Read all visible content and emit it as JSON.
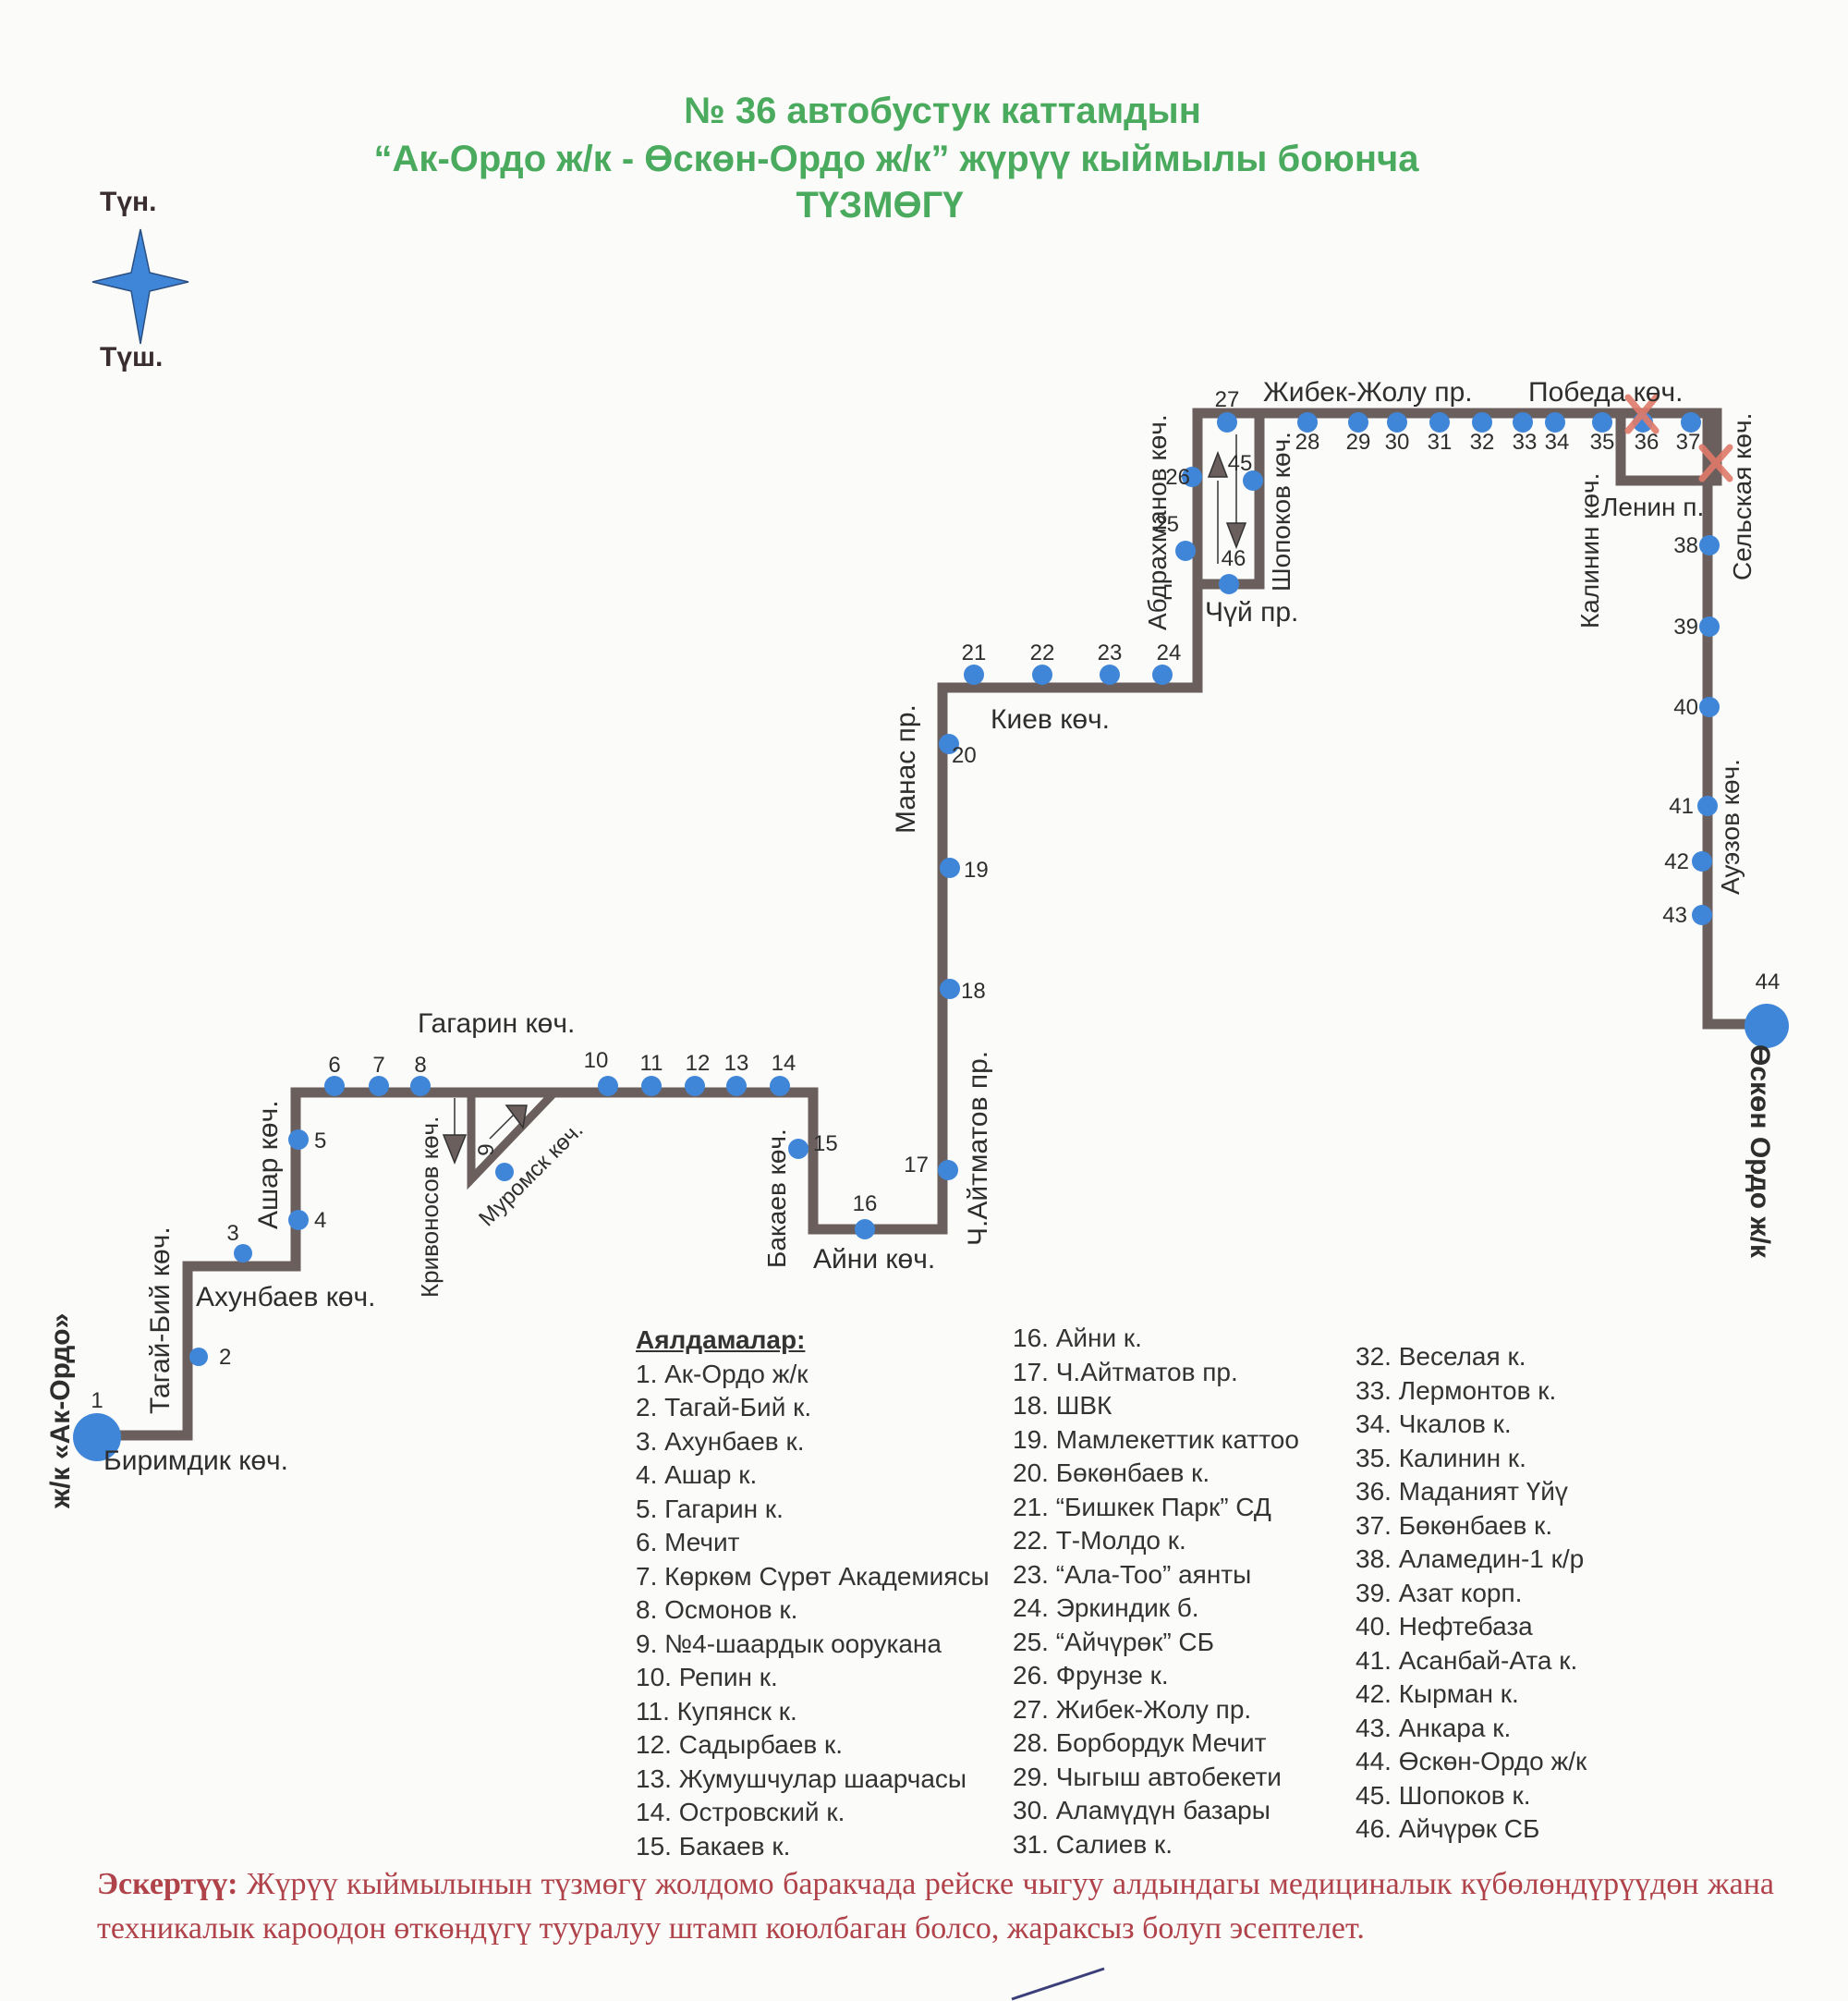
{
  "header": {
    "line1": "№ 36 автобустук каттамдын",
    "line2": "“Ак-Ордо ж/к  -  Өскөн-Ордо ж/к” жүрүү кыймылы боюнча",
    "line3": "ТҮЗМӨГҮ"
  },
  "compass": {
    "north": "Түн.",
    "south": "Түш.",
    "color": "#3f86d9"
  },
  "colors": {
    "route": "#6b5f5d",
    "stop": "#3f86d9",
    "closed_marker": "#e07a6a",
    "title": "#4aaa5e",
    "note": "#b0424a"
  },
  "terminals": {
    "start": "ж/к «Ак-Ордо»",
    "end": "Өскөн Ордо ж/к"
  },
  "streets": {
    "birimdik": "Биримдик көч.",
    "tagai_bii": "Тагай-Бий көч.",
    "akhunbaev": "Ахунбаев көч.",
    "ashar": "Ашар көч.",
    "gagarin": "Гагарин көч.",
    "krivonosov": "Кривоносов көч.",
    "muromsk": "Муромск көч.",
    "bakaev": "Бакаев көч.",
    "aini": "Айни көч.",
    "aitmatov": "Ч.Айтматов пр.",
    "manas": "Манас пр.",
    "kiev": "Киев көч.",
    "abdrakhmanov": "Абдрахманов көч.",
    "chui": "Чүй пр.",
    "shopokov": "Шопоков көч.",
    "zhibek_zholu": "Жибек-Жолу пр.",
    "pobeda": "Победа көч.",
    "kalinin": "Калинин көч.",
    "lenin": "Ленин п.",
    "selskaya": "Сельская көч.",
    "auezov": "Ауэзов көч."
  },
  "legend": {
    "heading": "Аялдамалар:",
    "stops": [
      "1. Ак-Ордо ж/к",
      "2. Тагай-Бий к.",
      "3. Ахунбаев к.",
      "4. Ашар к.",
      "5. Гагарин к.",
      "6. Мечит",
      "7. Көркөм Сүрөт Академиясы",
      "8. Осмонов к.",
      "9. №4-шаардык оорукана",
      "10. Репин к.",
      "11. Купянск к.",
      "12. Садырбаев к.",
      "13. Жумушчулар шаарчасы",
      "14. Островский к.",
      "15. Бакаев к.",
      "16. Айни к.",
      "17. Ч.Айтматов пр.",
      "18. ШВК",
      "19. Мамлекеттик каттоо",
      "20. Бөкөнбаев к.",
      "21. “Бишкек Парк” СД",
      "22. Т-Молдо к.",
      "23. “Ала-Тоо” аянты",
      "24. Эркиндик б.",
      "25. “Айчүрөк” СБ",
      "26. Фрунзе к.",
      "27. Жибек-Жолу пр.",
      "28. Борбордук Мечит",
      "29. Чыгыш автобекети",
      "30. Аламүдүн базары",
      "31. Салиев к.",
      "32. Веселая к.",
      "33. Лермонтов к.",
      "34. Чкалов к.",
      "35. Калинин к.",
      "36. Маданият Үйү",
      "37. Бөкөнбаев к.",
      "38. Аламедин-1 к/р",
      "39. Азат корп.",
      "40. Нефтебаза",
      "41. Асанбай-Ата к.",
      "42. Кырман к.",
      "43. Анкара к.",
      "44. Өскөн-Ордо ж/к",
      "45. Шопоков к.",
      "46. Айчүрөк СБ"
    ]
  },
  "stop_numbers": [
    "1",
    "2",
    "3",
    "4",
    "5",
    "6",
    "7",
    "8",
    "9",
    "10",
    "11",
    "12",
    "13",
    "14",
    "15",
    "16",
    "17",
    "18",
    "19",
    "20",
    "21",
    "22",
    "23",
    "24",
    "25",
    "26",
    "27",
    "28",
    "29",
    "30",
    "31",
    "32",
    "33",
    "34",
    "35",
    "36",
    "37",
    "38",
    "39",
    "40",
    "41",
    "42",
    "43",
    "44",
    "45",
    "46"
  ],
  "closed_stops": [
    "36"
  ],
  "note": {
    "label": "Эскертүү:",
    "text": "Жүрүү кыймылынын түзмөгү жолдомо баракчада рейске чыгуу алдындагы медициналык күбөлөндүрүүдөн жана техникалык кароодон өткөндүгү тууралуу штамп коюлбаган болсо, жараксыз болуп эсептелет."
  }
}
